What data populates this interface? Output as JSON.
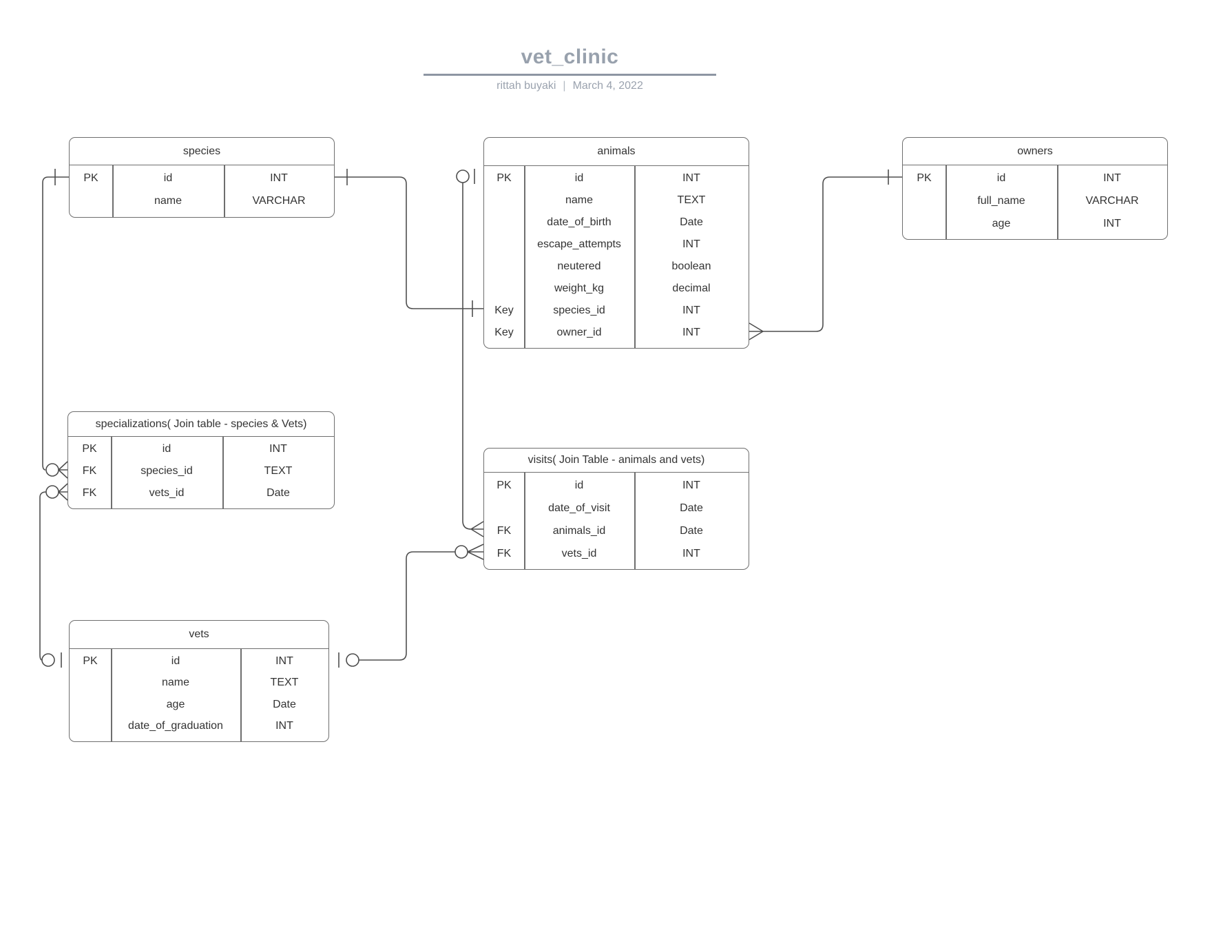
{
  "header": {
    "title": "vet_clinic",
    "author": "rittah buyaki",
    "separator": "|",
    "date": "March 4, 2022"
  },
  "colors": {
    "title_text": "#98a1ad",
    "title_rule": "#8d96a3",
    "table_border": "#6e6e6e",
    "table_text": "#333333",
    "connector": "#4e4e4e",
    "background": "#ffffff"
  },
  "tables": [
    {
      "id": "species",
      "title": "species",
      "rows": [
        {
          "key": "PK",
          "name": "id",
          "type": "INT"
        },
        {
          "key": "",
          "name": "name",
          "type": "VARCHAR"
        }
      ]
    },
    {
      "id": "animals",
      "title": "animals",
      "rows": [
        {
          "key": "PK",
          "name": "id",
          "type": "INT"
        },
        {
          "key": "",
          "name": "name",
          "type": "TEXT"
        },
        {
          "key": "",
          "name": "date_of_birth",
          "type": "Date"
        },
        {
          "key": "",
          "name": "escape_attempts",
          "type": "INT"
        },
        {
          "key": "",
          "name": "neutered",
          "type": "boolean"
        },
        {
          "key": "",
          "name": "weight_kg",
          "type": "decimal"
        },
        {
          "key": "Key",
          "name": "species_id",
          "type": "INT"
        },
        {
          "key": "Key",
          "name": "owner_id",
          "type": "INT"
        }
      ]
    },
    {
      "id": "owners",
      "title": "owners",
      "rows": [
        {
          "key": "PK",
          "name": "id",
          "type": "INT"
        },
        {
          "key": "",
          "name": "full_name",
          "type": "VARCHAR"
        },
        {
          "key": "",
          "name": "age",
          "type": "INT"
        }
      ]
    },
    {
      "id": "specializations",
      "title": "specializations( Join table - species & Vets)",
      "rows": [
        {
          "key": "PK",
          "name": "id",
          "type": "INT"
        },
        {
          "key": "FK",
          "name": "species_id",
          "type": "TEXT"
        },
        {
          "key": "FK",
          "name": "vets_id",
          "type": "Date"
        }
      ]
    },
    {
      "id": "visits",
      "title": "visits( Join Table - animals and vets)",
      "rows": [
        {
          "key": "PK",
          "name": "id",
          "type": "INT"
        },
        {
          "key": "",
          "name": "date_of_visit",
          "type": "Date"
        },
        {
          "key": "FK",
          "name": "animals_id",
          "type": "Date"
        },
        {
          "key": "FK",
          "name": "vets_id",
          "type": "INT"
        }
      ]
    },
    {
      "id": "vets",
      "title": "vets",
      "rows": [
        {
          "key": "PK",
          "name": "id",
          "type": "INT"
        },
        {
          "key": "",
          "name": "name",
          "type": "TEXT"
        },
        {
          "key": "",
          "name": "age",
          "type": "Date"
        },
        {
          "key": "",
          "name": "date_of_graduation",
          "type": "INT"
        }
      ]
    }
  ],
  "relationships": [
    {
      "from": "species.id",
      "to": "animals.species_id",
      "from_end": "one",
      "to_end": "one"
    },
    {
      "from": "species.id",
      "to": "specializations.species_id",
      "from_end": "one",
      "to_end": "zero-or-many"
    },
    {
      "from": "vets.id",
      "to": "specializations.vets_id",
      "from_end": "zero-or-one",
      "to_end": "zero-or-many"
    },
    {
      "from": "animals.id",
      "to": "visits.animals_id",
      "from_end": "zero-or-one",
      "to_end": "many"
    },
    {
      "from": "vets.id",
      "to": "visits.vets_id",
      "from_end": "zero-or-one",
      "to_end": "zero-or-many"
    },
    {
      "from": "animals.owner_id",
      "to": "owners.id",
      "from_end": "many",
      "to_end": "one"
    }
  ]
}
